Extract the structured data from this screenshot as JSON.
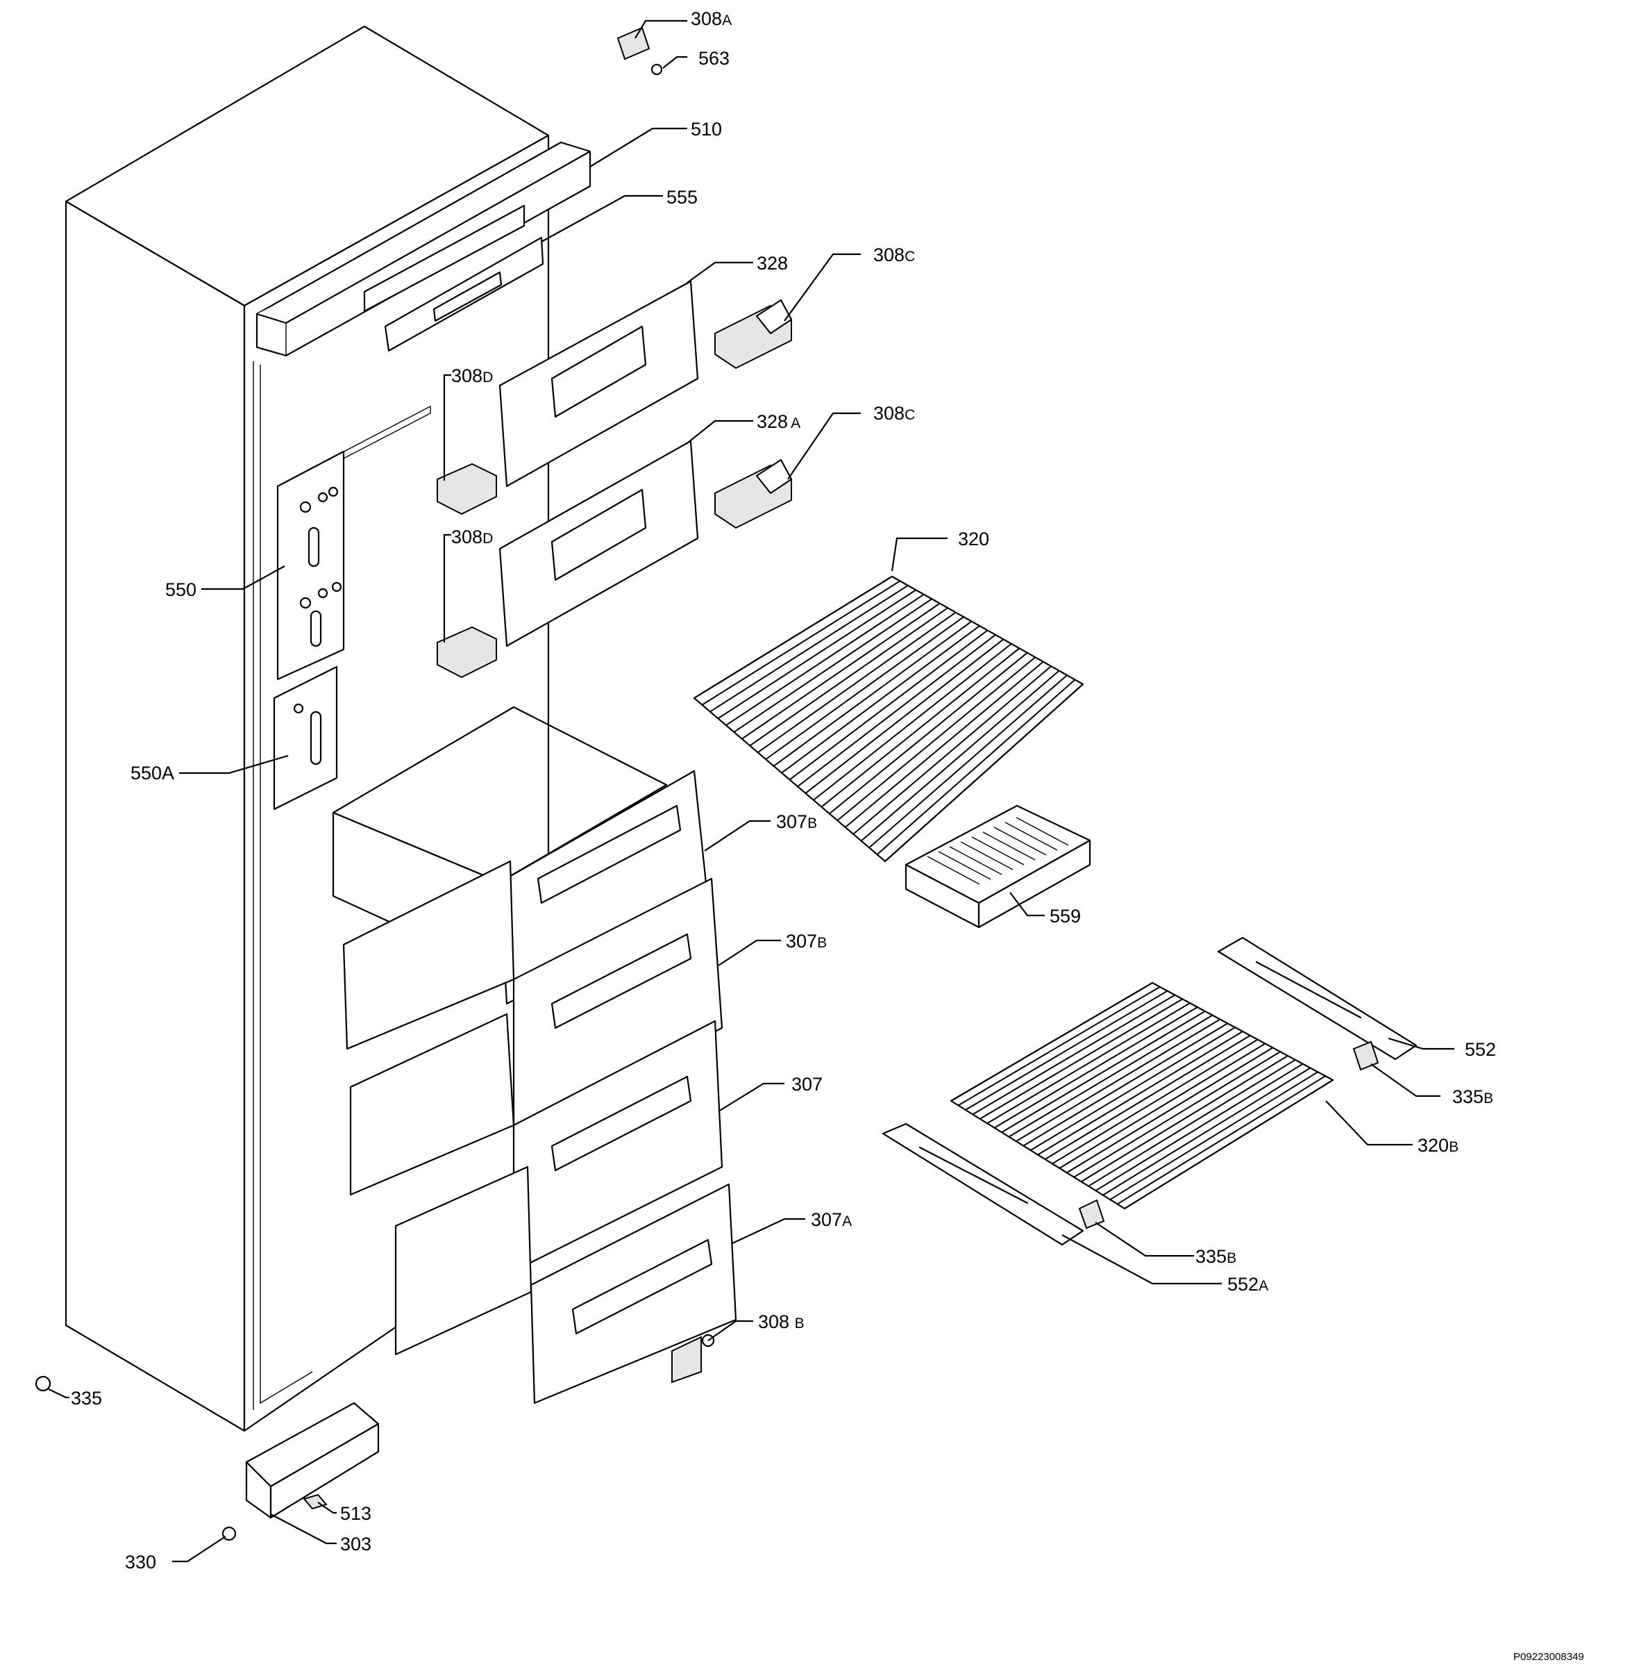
{
  "callouts": {
    "c308a": {
      "num": "308",
      "suf": "A"
    },
    "c563": {
      "num": "563",
      "suf": ""
    },
    "c510": {
      "num": "510",
      "suf": ""
    },
    "c555": {
      "num": "555",
      "suf": ""
    },
    "c328": {
      "num": "328",
      "suf": ""
    },
    "c308c_1": {
      "num": "308",
      "suf": "C"
    },
    "c308d_1": {
      "num": "308",
      "suf": "D"
    },
    "c328a": {
      "num": "328",
      "suf": "A"
    },
    "c308c_2": {
      "num": "308",
      "suf": "C"
    },
    "c308d_2": {
      "num": "308",
      "suf": "D"
    },
    "c320": {
      "num": "320",
      "suf": ""
    },
    "c550": {
      "num": "550",
      "suf": ""
    },
    "c550a": {
      "num": "550A",
      "suf": ""
    },
    "c307b_1": {
      "num": "307",
      "suf": "B"
    },
    "c559": {
      "num": "559",
      "suf": ""
    },
    "c307b_2": {
      "num": "307",
      "suf": "B"
    },
    "c552": {
      "num": "552",
      "suf": ""
    },
    "c307": {
      "num": "307",
      "suf": ""
    },
    "c335b_1": {
      "num": "335",
      "suf": "B"
    },
    "c320b": {
      "num": "320",
      "suf": "B"
    },
    "c307a": {
      "num": "307",
      "suf": "A"
    },
    "c335b_2": {
      "num": "335",
      "suf": "B"
    },
    "c552a": {
      "num": "552",
      "suf": "A"
    },
    "c308b": {
      "num": "308 ",
      "suf": "B"
    },
    "c335": {
      "num": "335",
      "suf": ""
    },
    "c513": {
      "num": "513",
      "suf": ""
    },
    "c303": {
      "num": "303",
      "suf": ""
    },
    "c330": {
      "num": "330",
      "suf": ""
    }
  },
  "reference_code": "P09223008349"
}
